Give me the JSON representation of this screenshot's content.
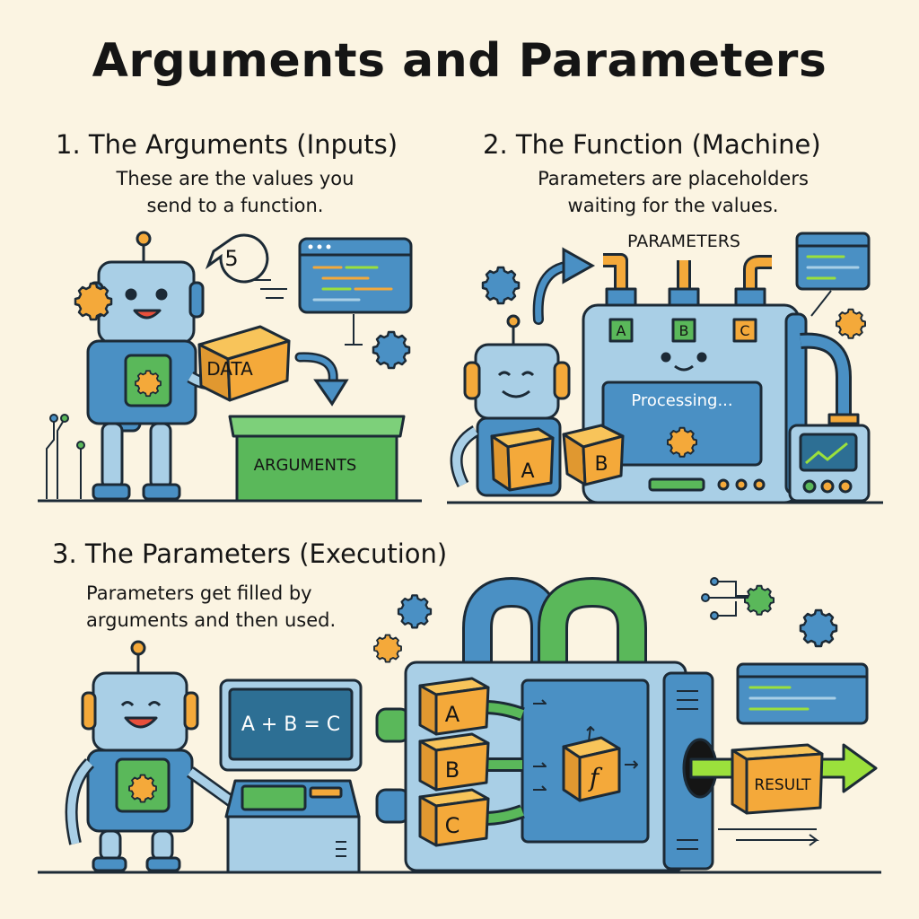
{
  "title": "Arguments and Parameters",
  "sections": [
    {
      "heading": "1. The Arguments (Inputs)",
      "description_line1": "These are the values you",
      "description_line2": "send to a function.",
      "speech_value": "5",
      "box_label": "DATA",
      "bin_label": "ARGUMENTS",
      "icons": [
        "robot-icon",
        "gear-icon",
        "code-window-icon",
        "arrow-down-icon",
        "circuit-icon"
      ]
    },
    {
      "heading": "2. The Function (Machine)",
      "description_line1": "Parameters are placeholders",
      "description_line2": "waiting for the values.",
      "parameters_label": "PARAMETERS",
      "slot_labels": [
        "A",
        "B",
        "C"
      ],
      "screen_text": "Processing...",
      "carried_boxes": [
        "A",
        "B"
      ],
      "icons": [
        "robot-icon",
        "machine-icon",
        "gear-icon",
        "code-window-icon",
        "chart-monitor-icon",
        "arrow-icon"
      ]
    },
    {
      "heading": "3. The Parameters (Execution)",
      "description_line1": "Parameters get filled by",
      "description_line2": "arguments and then used.",
      "terminal_text": "A + B = C",
      "input_boxes": [
        "A",
        "B",
        "C"
      ],
      "function_symbol": "f",
      "result_label": "RESULT",
      "icons": [
        "robot-icon",
        "terminal-icon",
        "machine-icon",
        "gear-icon",
        "code-window-icon",
        "arrow-right-icon"
      ]
    }
  ],
  "colors": {
    "background": "#fbf4e2",
    "blue": "#4a90c4",
    "light_blue": "#a9cfe6",
    "orange": "#f4a93a",
    "green": "#5ab85a",
    "lime": "#9be03c",
    "outline": "#1c2a36"
  }
}
